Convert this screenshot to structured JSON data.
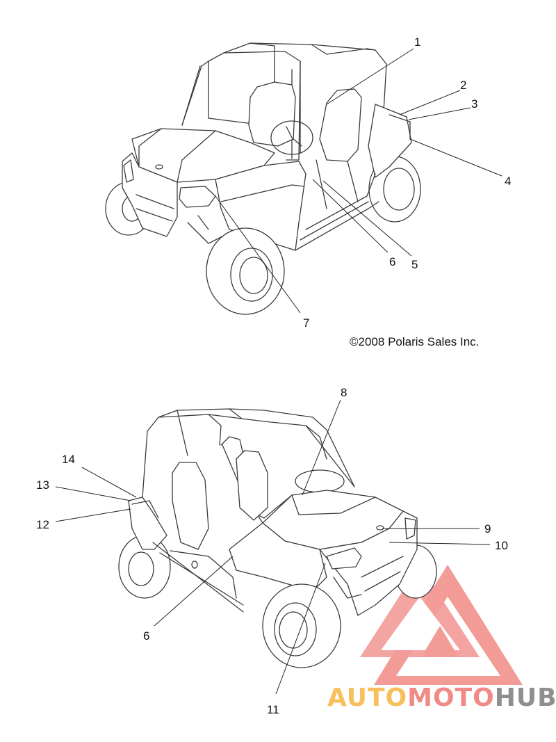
{
  "callouts": {
    "top": [
      "1",
      "2",
      "3",
      "4",
      "5",
      "6",
      "7"
    ],
    "bottom": [
      "8",
      "9",
      "10",
      "11",
      "6",
      "12",
      "13",
      "14"
    ]
  },
  "copyright": "©2008 Polaris Sales Inc.",
  "watermark": {
    "part1": "AUTO",
    "part2": "MOTO",
    "part3": "HUB",
    "colors": {
      "part1": "#f7c05a",
      "part2": "#f08a86",
      "part3": "#8f8f8f",
      "triangle": "#f08a86"
    }
  }
}
